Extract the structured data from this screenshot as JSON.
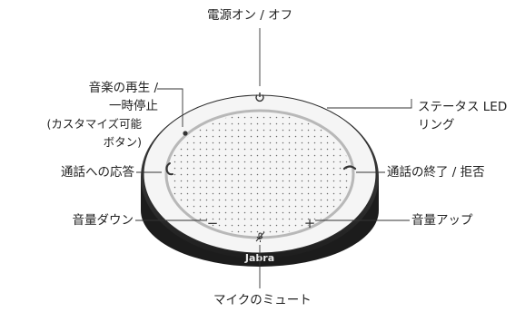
{
  "labels": {
    "power": "電源オン / オフ",
    "status_led_line1": "ステータス LED",
    "status_led_line2": "リング",
    "music_line1": "音楽の再生 /",
    "music_line2": "一時停止",
    "music_line3": "(カスタマイズ可能",
    "music_line4": "ボタン)",
    "answer_call": "通話への応答",
    "end_call": "通話の終了 / 拒否",
    "volume_down": "音量ダウン",
    "volume_up": "音量アップ",
    "mute": "マイクのミュート"
  },
  "device": {
    "brand": "Jabra",
    "minus_symbol": "−",
    "plus_symbol": "+"
  }
}
